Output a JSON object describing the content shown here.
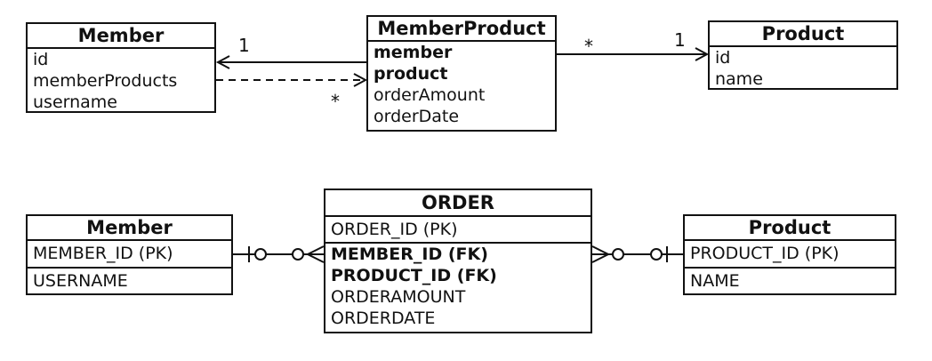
{
  "uml": {
    "member": {
      "title": "Member",
      "fields": [
        "id",
        "memberProducts",
        "username"
      ]
    },
    "member_product": {
      "title": "MemberProduct",
      "fields_bold": [
        "member",
        "product"
      ],
      "fields": [
        "orderAmount",
        "orderDate"
      ]
    },
    "product": {
      "title": "Product",
      "fields": [
        "id",
        "name"
      ]
    },
    "multiplicity": {
      "member_side": "1",
      "member_product_side_lower": "*",
      "member_product_side_upper": "*",
      "product_side": "1"
    }
  },
  "erd": {
    "member": {
      "title": "Member",
      "pk": "MEMBER_ID (PK)",
      "fields": [
        "USERNAME"
      ]
    },
    "order": {
      "title": "ORDER",
      "pk": "ORDER_ID (PK)",
      "fk": [
        "MEMBER_ID (FK)",
        "PRODUCT_ID (FK)"
      ],
      "fields": [
        "ORDERAMOUNT",
        "ORDERDATE"
      ]
    },
    "product": {
      "title": "Product",
      "pk": "PRODUCT_ID (PK)",
      "fields": [
        "NAME"
      ]
    }
  }
}
